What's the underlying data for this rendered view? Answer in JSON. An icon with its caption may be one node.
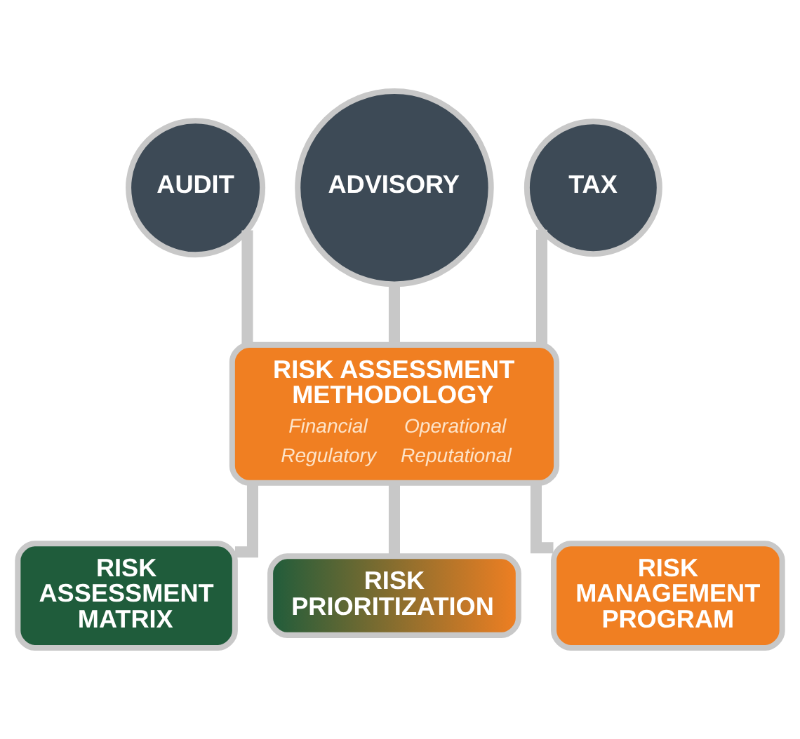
{
  "diagram": {
    "nodes": [
      {
        "text": [
          "AUDIT"
        ]
      },
      {
        "text": [
          "ADVISORY"
        ]
      },
      {
        "text": [
          "TAX"
        ]
      },
      {
        "text": [
          "RISK ASSESSMENT METHODOLOGY",
          "Financial",
          "Operational",
          "Regulatory",
          "Reputational"
        ]
      },
      {
        "text": [
          "RISK ASSESSMENT MATRIX"
        ]
      },
      {
        "text": [
          "RISK PRIORITIZATION"
        ]
      },
      {
        "text": [
          "RISK MANAGEMENT PROGRAM"
        ]
      }
    ],
    "edges": [
      {
        "from": 0,
        "to": 3,
        "arrow": "none"
      },
      {
        "from": 1,
        "to": 3,
        "arrow": "none"
      },
      {
        "from": 2,
        "to": 3,
        "arrow": "none"
      },
      {
        "from": 3,
        "to": 4,
        "arrow": "none"
      },
      {
        "from": 3,
        "to": 5,
        "arrow": "none"
      },
      {
        "from": 3,
        "to": 6,
        "arrow": "none"
      }
    ]
  }
}
